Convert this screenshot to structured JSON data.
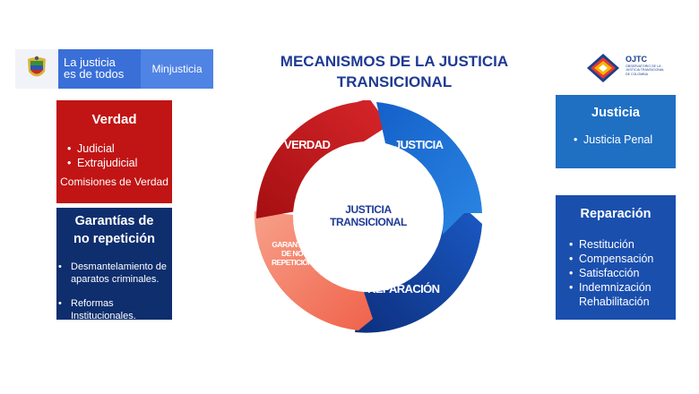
{
  "logo": {
    "line1": "La justicia",
    "line2": "es de todos",
    "ministry": "Minjusticia"
  },
  "title": {
    "line1": "MECANISMOS DE LA JUSTICIA",
    "line2": "TRANSICIONAL"
  },
  "ojtc": {
    "name": "OJTC",
    "sub_line1": "OBSERVATORIO DE LA",
    "sub_line2": "JUSTICIA TRANSICIONAL",
    "sub_line3": "DE COLOMBIA"
  },
  "cycle": {
    "center_line1": "JUSTICIA",
    "center_line2": "TRANSICIONAL",
    "verdad": "VERDAD",
    "justicia": "JUSTICIA",
    "garantias_line1": "GARANTÍAS",
    "garantias_line2": "DE NO",
    "garantias_line3": "REPETICIÓN",
    "reparacion": "REPARACIÓN"
  },
  "boxes": {
    "verdad": {
      "title": "Verdad",
      "items": [
        "Judicial",
        "Extrajudicial"
      ],
      "note": "Comisiones de Verdad"
    },
    "garantias": {
      "title_line1": "Garantías de",
      "title_line2": "no repetición",
      "item1_line1": "Desmantelamiento de",
      "item1_line2": "aparatos criminales.",
      "item2_line1": "Reformas",
      "item2_line2": "Institucionales."
    },
    "justicia": {
      "title": "Justicia",
      "items": [
        "Justicia Penal"
      ]
    },
    "reparacion": {
      "title": "Reparación",
      "items": [
        "Restitución",
        "Compensación",
        "Satisfacción",
        "Indemnización"
      ],
      "extra": "Rehabilitación"
    }
  },
  "colors": {
    "verdad_box": "#c11414",
    "garantias_box": "#0e2e6e",
    "justicia_box": "#1f6fc3",
    "reparacion_box": "#1a4fae",
    "title_text": "#1f3a93"
  }
}
